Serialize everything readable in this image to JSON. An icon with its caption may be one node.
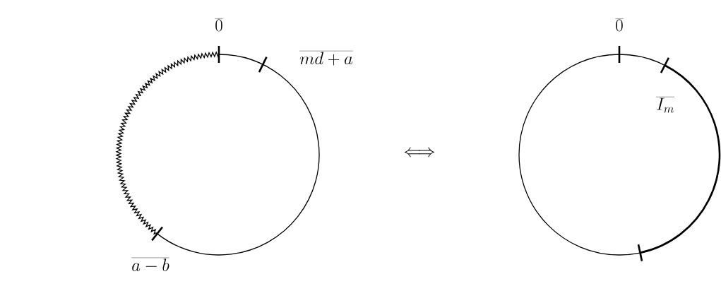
{
  "diagram": {
    "nodes": [
      {
        "text": [],
        "shape": "circle"
      },
      {
        "text": [],
        "shape": "circle"
      }
    ],
    "labels": [
      "\\overline{0}",
      "\\overline{md+a}",
      "\\Longleftrightarrow",
      "\\overline{0}",
      "\\overline{I_m}",
      "\\overline{a-b}"
    ]
  }
}
